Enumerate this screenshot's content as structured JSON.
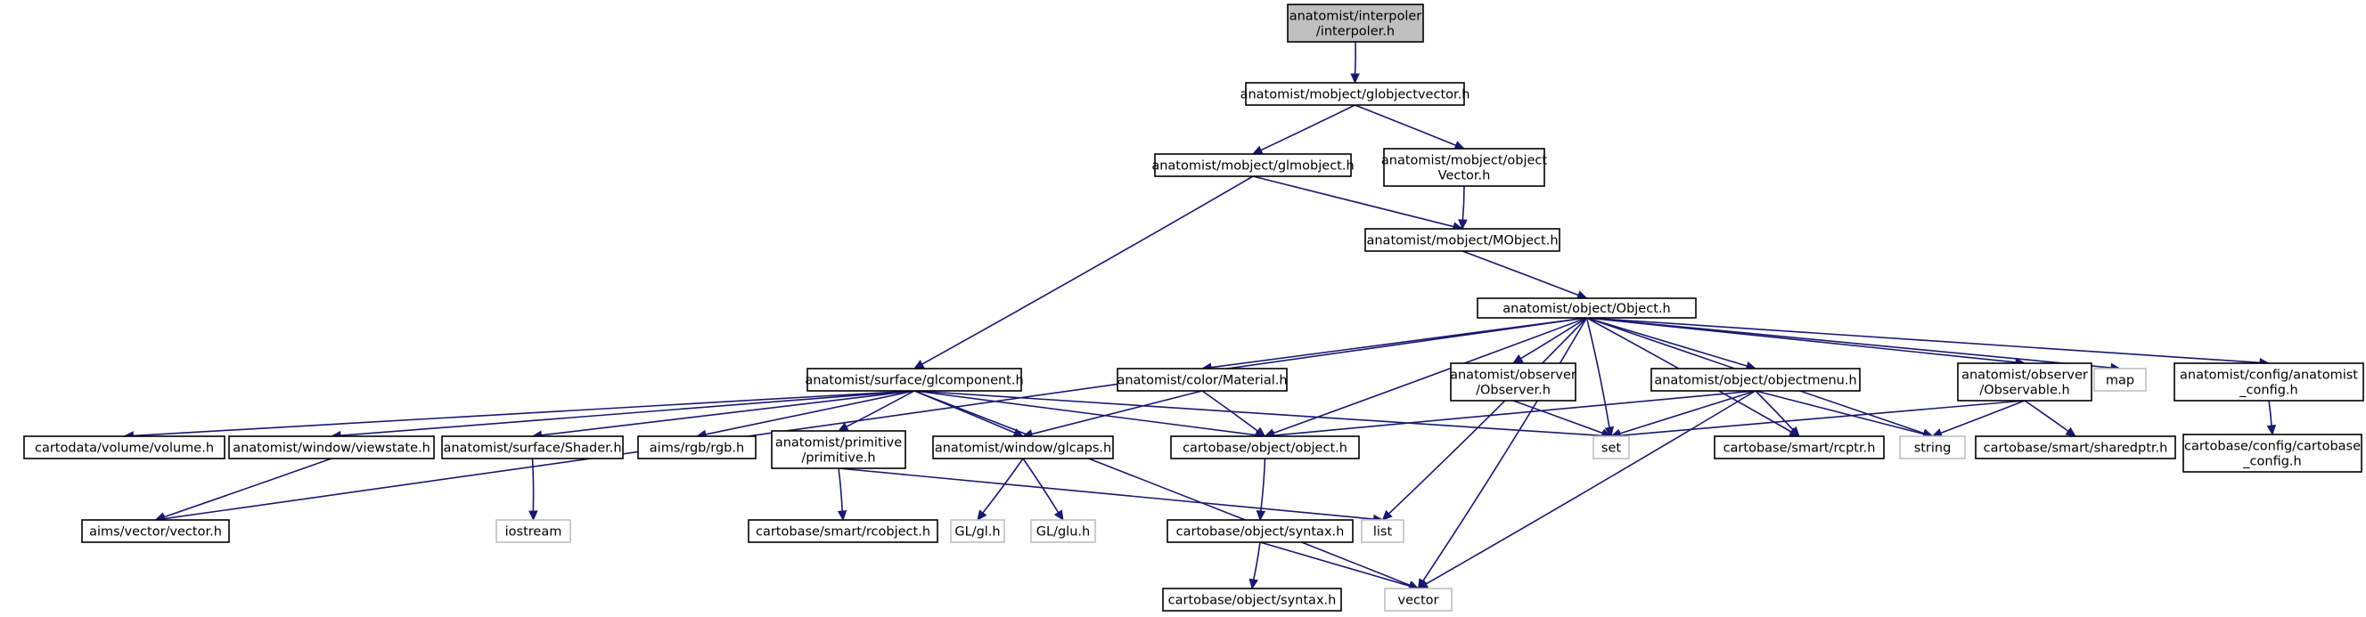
{
  "colors": {
    "edge": "#191970",
    "node_border": "#000000",
    "external_border": "#bfbfbf",
    "root_fill": "#bfbfbf",
    "node_fill": "#ffffff"
  },
  "nodes": [
    {
      "id": "interpoler",
      "lines": [
        "anatomist/interpoler",
        "/interpoler.h"
      ],
      "kind": "root"
    },
    {
      "id": "globjectvector",
      "lines": [
        "anatomist/mobject/globjectvector.h"
      ],
      "kind": "internal"
    },
    {
      "id": "glmobject",
      "lines": [
        "anatomist/mobject/glmobject.h"
      ],
      "kind": "internal"
    },
    {
      "id": "objectvector",
      "lines": [
        "anatomist/mobject/object",
        "Vector.h"
      ],
      "kind": "internal"
    },
    {
      "id": "mobject",
      "lines": [
        "anatomist/mobject/MObject.h"
      ],
      "kind": "internal"
    },
    {
      "id": "object",
      "lines": [
        "anatomist/object/Object.h"
      ],
      "kind": "internal"
    },
    {
      "id": "glcomponent",
      "lines": [
        "anatomist/surface/glcomponent.h"
      ],
      "kind": "internal"
    },
    {
      "id": "material",
      "lines": [
        "anatomist/color/Material.h"
      ],
      "kind": "internal"
    },
    {
      "id": "observer",
      "lines": [
        "anatomist/observer",
        "/Observer.h"
      ],
      "kind": "internal"
    },
    {
      "id": "objectmenu",
      "lines": [
        "anatomist/object/objectmenu.h"
      ],
      "kind": "internal"
    },
    {
      "id": "observable",
      "lines": [
        "anatomist/observer",
        "/Observable.h"
      ],
      "kind": "internal"
    },
    {
      "id": "map",
      "lines": [
        "map"
      ],
      "kind": "external"
    },
    {
      "id": "anatomist_config",
      "lines": [
        "anatomist/config/anatomist",
        "_config.h"
      ],
      "kind": "internal"
    },
    {
      "id": "volume",
      "lines": [
        "cartodata/volume/volume.h"
      ],
      "kind": "internal"
    },
    {
      "id": "viewstate",
      "lines": [
        "anatomist/window/viewstate.h"
      ],
      "kind": "internal"
    },
    {
      "id": "shader",
      "lines": [
        "anatomist/surface/Shader.h"
      ],
      "kind": "internal"
    },
    {
      "id": "rgb",
      "lines": [
        "aims/rgb/rgb.h"
      ],
      "kind": "internal"
    },
    {
      "id": "primitive",
      "lines": [
        "anatomist/primitive",
        "/primitive.h"
      ],
      "kind": "internal"
    },
    {
      "id": "glcaps",
      "lines": [
        "anatomist/window/glcaps.h"
      ],
      "kind": "internal"
    },
    {
      "id": "cb_object",
      "lines": [
        "cartobase/object/object.h"
      ],
      "kind": "internal"
    },
    {
      "id": "set",
      "lines": [
        "set"
      ],
      "kind": "external"
    },
    {
      "id": "rcptr",
      "lines": [
        "cartobase/smart/rcptr.h"
      ],
      "kind": "internal"
    },
    {
      "id": "string",
      "lines": [
        "string"
      ],
      "kind": "external"
    },
    {
      "id": "sharedptr",
      "lines": [
        "cartobase/smart/sharedptr.h"
      ],
      "kind": "internal"
    },
    {
      "id": "cartobase_config",
      "lines": [
        "cartobase/config/cartobase",
        "_config.h"
      ],
      "kind": "internal"
    },
    {
      "id": "aims_vector",
      "lines": [
        "aims/vector/vector.h"
      ],
      "kind": "internal"
    },
    {
      "id": "iostream",
      "lines": [
        "iostream"
      ],
      "kind": "external"
    },
    {
      "id": "rcobject",
      "lines": [
        "cartobase/smart/rcobject.h"
      ],
      "kind": "internal"
    },
    {
      "id": "gl",
      "lines": [
        "GL/gl.h"
      ],
      "kind": "external"
    },
    {
      "id": "glu",
      "lines": [
        "GL/glu.h"
      ],
      "kind": "external"
    },
    {
      "id": "list",
      "lines": [
        "list"
      ],
      "kind": "external"
    },
    {
      "id": "syntax_h",
      "lines": [
        "cartobase/object/syntax.h"
      ],
      "kind": "internal"
    },
    {
      "id": "syntax_h2",
      "lines": [
        "cartobase/object/syntax.h"
      ],
      "kind": "internal"
    },
    {
      "id": "vector",
      "lines": [
        "vector"
      ],
      "kind": "external"
    }
  ],
  "edges": [
    [
      "interpoler",
      "globjectvector"
    ],
    [
      "globjectvector",
      "glmobject"
    ],
    [
      "globjectvector",
      "objectvector"
    ],
    [
      "glmobject",
      "mobject"
    ],
    [
      "glmobject",
      "glcomponent"
    ],
    [
      "objectvector",
      "mobject"
    ],
    [
      "mobject",
      "object"
    ],
    [
      "object",
      "aims_vector"
    ],
    [
      "object",
      "material"
    ],
    [
      "object",
      "cb_object"
    ],
    [
      "object",
      "observer"
    ],
    [
      "object",
      "objectmenu"
    ],
    [
      "object",
      "list"
    ],
    [
      "object",
      "vector"
    ],
    [
      "object",
      "set"
    ],
    [
      "object",
      "rcptr"
    ],
    [
      "object",
      "string"
    ],
    [
      "object",
      "observable"
    ],
    [
      "object",
      "map"
    ],
    [
      "object",
      "anatomist_config"
    ],
    [
      "glcomponent",
      "volume"
    ],
    [
      "glcomponent",
      "viewstate"
    ],
    [
      "glcomponent",
      "shader"
    ],
    [
      "glcomponent",
      "rgb"
    ],
    [
      "glcomponent",
      "primitive"
    ],
    [
      "glcomponent",
      "glcaps"
    ],
    [
      "glcomponent",
      "cb_object"
    ],
    [
      "glcomponent",
      "set"
    ],
    [
      "glcomponent",
      "vector"
    ],
    [
      "material",
      "glcaps"
    ],
    [
      "material",
      "cb_object"
    ],
    [
      "observer",
      "set"
    ],
    [
      "objectmenu",
      "cb_object"
    ],
    [
      "objectmenu",
      "set"
    ],
    [
      "objectmenu",
      "rcptr"
    ],
    [
      "objectmenu",
      "string"
    ],
    [
      "objectmenu",
      "vector"
    ],
    [
      "observable",
      "set"
    ],
    [
      "observable",
      "string"
    ],
    [
      "observable",
      "sharedptr"
    ],
    [
      "anatomist_config",
      "cartobase_config"
    ],
    [
      "viewstate",
      "aims_vector"
    ],
    [
      "shader",
      "iostream"
    ],
    [
      "primitive",
      "rcobject"
    ],
    [
      "primitive",
      "list"
    ],
    [
      "glcaps",
      "gl"
    ],
    [
      "glcaps",
      "glu"
    ],
    [
      "cb_object",
      "syntax_h"
    ],
    [
      "syntax_h",
      "syntax_h2"
    ],
    [
      "syntax_h",
      "vector"
    ]
  ]
}
